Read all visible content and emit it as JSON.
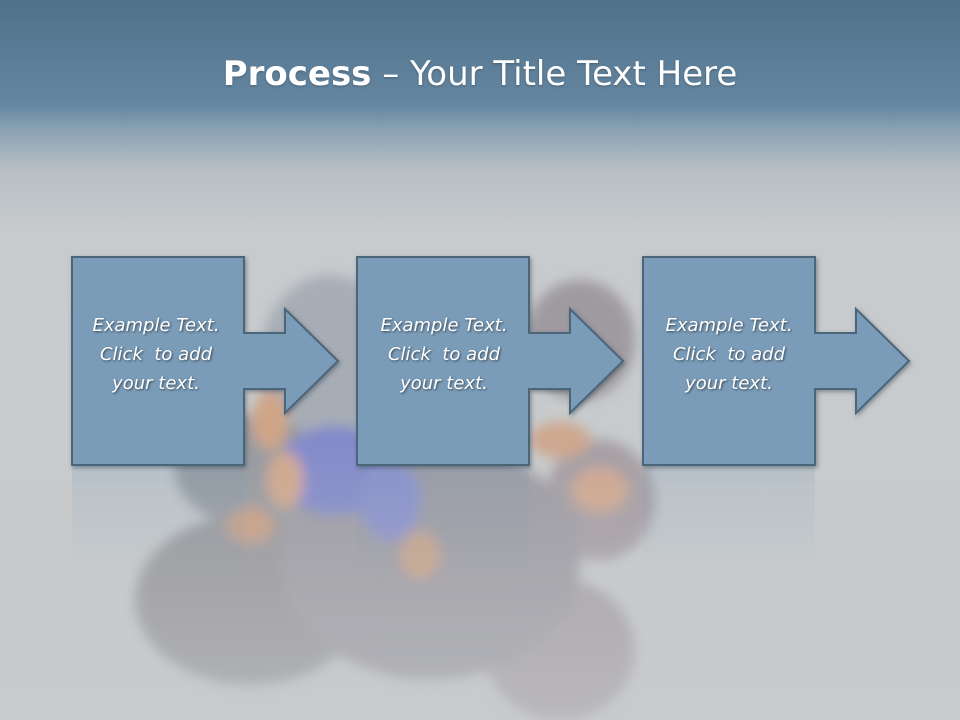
{
  "slide": {
    "title_bold": "Process",
    "title_rest": " – Your Title Text Here"
  },
  "steps": [
    {
      "line1": "Example Text.",
      "line2": "Click  to add",
      "line3": "your text."
    },
    {
      "line1": "Example Text.",
      "line2": "Click  to add",
      "line3": "your text."
    },
    {
      "line1": "Example Text.",
      "line2": "Click  to add",
      "line3": "your text."
    }
  ],
  "colors": {
    "header_top": "#4f7189",
    "header_bottom": "#6486a1",
    "body_bg": "#c8cbcd",
    "shape_fill": "#7a9cb8",
    "shape_stroke": "#4b6679",
    "text": "#ffffff"
  },
  "background_image": "hermit-crab-in-hand-photo"
}
